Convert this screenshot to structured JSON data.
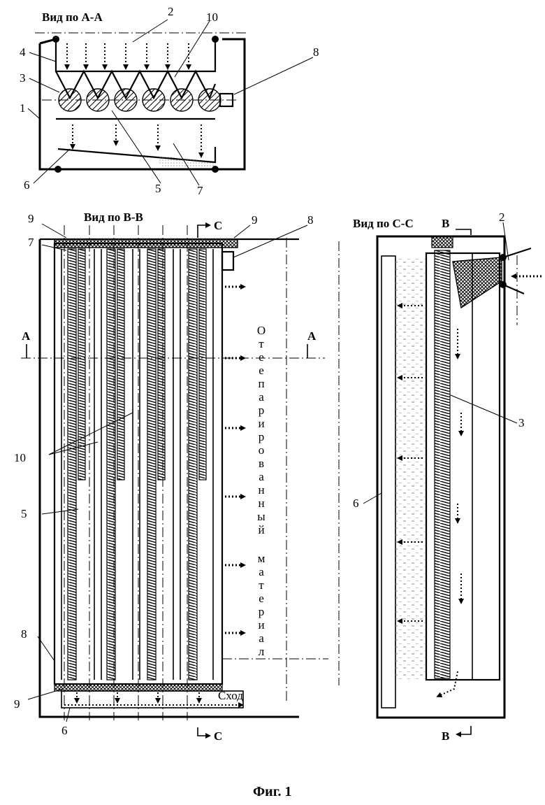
{
  "figure": {
    "caption": "Фиг. 1",
    "views": {
      "aa": {
        "title": "Вид по А-А"
      },
      "bb": {
        "title": "Вид по В-В"
      },
      "cc": {
        "title": "Вид по С-С"
      }
    },
    "section_marks": {
      "a_left": "А",
      "a_right": "А",
      "c_top": "С",
      "c_bottom": "С",
      "b_top": "В",
      "b_bottom": "В"
    },
    "labels": {
      "aa": [
        "2",
        "10",
        "4",
        "8",
        "3",
        "1",
        "6",
        "5",
        "7"
      ],
      "bb": [
        "9",
        "9",
        "8",
        "7",
        "10",
        "5",
        "8",
        "9",
        "6"
      ],
      "cc": [
        "2",
        "3",
        "6"
      ]
    },
    "annotations": {
      "depulped": [
        "О",
        "т",
        "е",
        "е",
        "п",
        "а",
        "р",
        "и",
        "р",
        "о",
        "в",
        "а",
        "н",
        "н",
        "ы",
        "й",
        "м",
        "а",
        "т",
        "е",
        "р",
        "и",
        "а",
        "л"
      ],
      "discharge": "Сход"
    }
  }
}
